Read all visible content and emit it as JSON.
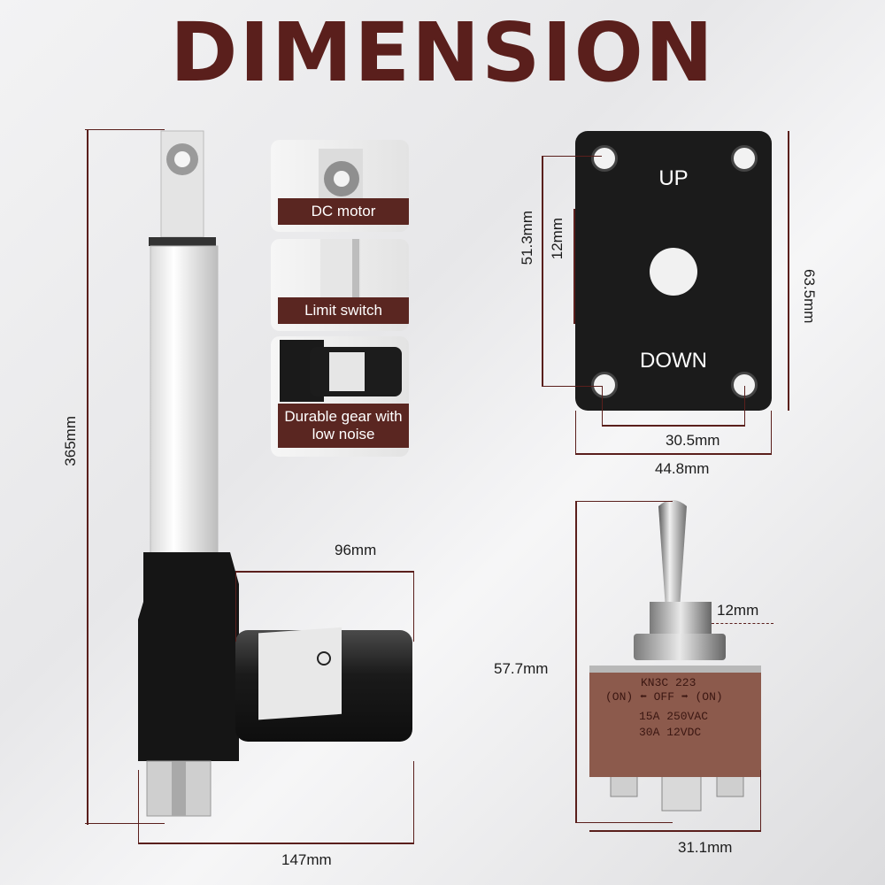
{
  "title": "DIMENSION",
  "actuator": {
    "length_label": "365mm",
    "width_label": "96mm",
    "base_width_label": "147mm"
  },
  "features": [
    {
      "label": "DC motor"
    },
    {
      "label": "Limit switch"
    },
    {
      "label": "Durable gear with low noise"
    }
  ],
  "plate": {
    "up_label": "UP",
    "down_label": "DOWN",
    "hole_spacing_v": "51.3mm",
    "hole_dia": "12mm",
    "height": "63.5mm",
    "hole_spacing_h": "30.5mm",
    "width": "44.8mm"
  },
  "toggle": {
    "height": "57.7mm",
    "thread": "12mm",
    "width": "31.1mm",
    "model": "KN3C 223",
    "positions": "(ON) ⬅ OFF ➡ (ON)",
    "rating1": "15A 250VAC",
    "rating2": "30A 12VDC"
  },
  "colors": {
    "accent": "#5a1f1c",
    "caption_bg": "#5a2621"
  }
}
